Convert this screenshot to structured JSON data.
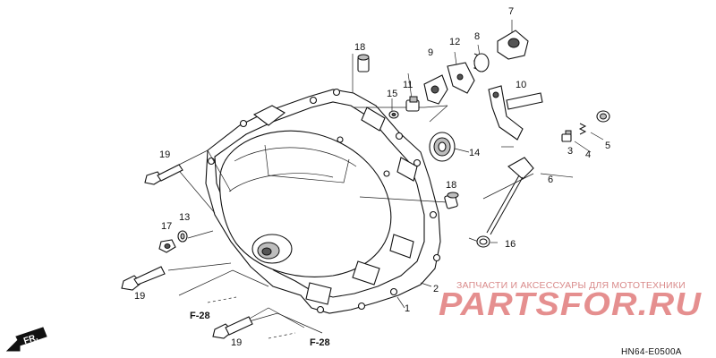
{
  "callouts": [
    {
      "id": "c1",
      "text": "1"
    },
    {
      "id": "c2",
      "text": "2"
    },
    {
      "id": "c3",
      "text": "3"
    },
    {
      "id": "c4",
      "text": "4"
    },
    {
      "id": "c5",
      "text": "5"
    },
    {
      "id": "c6",
      "text": "6"
    },
    {
      "id": "c7",
      "text": "7"
    },
    {
      "id": "c8",
      "text": "8"
    },
    {
      "id": "c9",
      "text": "9"
    },
    {
      "id": "c10",
      "text": "10"
    },
    {
      "id": "c11",
      "text": "11"
    },
    {
      "id": "c12",
      "text": "12"
    },
    {
      "id": "c13",
      "text": "13"
    },
    {
      "id": "c14",
      "text": "14"
    },
    {
      "id": "c15",
      "text": "15"
    },
    {
      "id": "c16",
      "text": "16"
    },
    {
      "id": "c17",
      "text": "17"
    },
    {
      "id": "c18a",
      "text": "18"
    },
    {
      "id": "c18b",
      "text": "18"
    },
    {
      "id": "c19a",
      "text": "19"
    },
    {
      "id": "c19b",
      "text": "19"
    },
    {
      "id": "c19c",
      "text": "19"
    }
  ],
  "references": {
    "f28_left": "F-28",
    "f28_bottom": "F-28"
  },
  "front_arrow": "FR.",
  "watermark": {
    "tagline": "ЗАПЧАСТИ И АКСЕССУАРЫ ДЛЯ МОТОТЕХНИКИ",
    "brand": "PARTSFOR.RU"
  },
  "diagram_code": "HN64-E0500A"
}
